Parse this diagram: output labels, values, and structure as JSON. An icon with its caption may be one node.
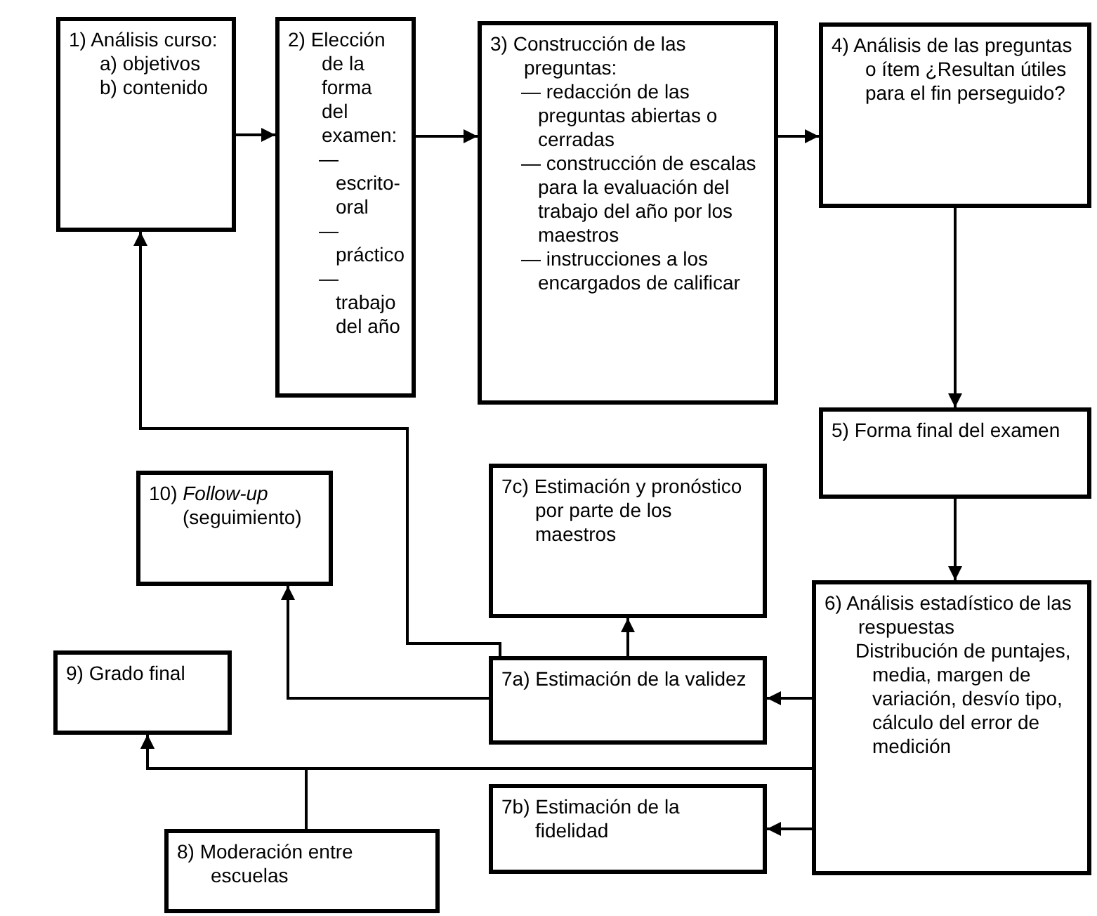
{
  "diagram": {
    "nodes": [
      {
        "text": [
          "1) Análisis curso:",
          "a) objetivos",
          "b) contenido"
        ]
      },
      {
        "text": [
          "2) Elección de la forma del examen:",
          "— escrito-oral",
          "— práctico",
          "— trabajo del año"
        ]
      },
      {
        "text": [
          "3) Construcción de las preguntas:",
          "— redacción de las preguntas abiertas o cerradas",
          "— construcción de escalas para la evaluación del trabajo del año por los maestros",
          "— instrucciones a los encargados de calificar"
        ]
      },
      {
        "text": [
          "4) Análisis de las preguntas o ítem ¿Resultan útiles para el fin perseguido?"
        ]
      },
      {
        "text": [
          "5) Forma final del examen"
        ]
      },
      {
        "text": [
          "10) *Follow-up* (seguimiento)"
        ]
      },
      {
        "text": [
          "7c) Estimación y pronóstico por parte de los maestros"
        ]
      },
      {
        "text": [
          "6) Análisis estadístico de las respuestas",
          "Distribución de puntajes, media, margen de variación, desvío tipo, cálculo del error de medición"
        ]
      },
      {
        "text": [
          "9) Grado final"
        ]
      },
      {
        "text": [
          "7a) Estimación de la validez"
        ]
      },
      {
        "text": [
          "7b) Estimación de la fidelidad"
        ]
      },
      {
        "text": [
          "8) Moderación entre escuelas"
        ]
      }
    ],
    "edges": [
      {
        "from": 0,
        "to": 1,
        "arrow": "to"
      },
      {
        "from": 1,
        "to": 2,
        "arrow": "to"
      },
      {
        "from": 2,
        "to": 3,
        "arrow": "to"
      },
      {
        "from": 3,
        "to": 4,
        "arrow": "to"
      },
      {
        "from": 4,
        "to": 7,
        "arrow": "to"
      },
      {
        "from": 7,
        "to": 9,
        "arrow": "to"
      },
      {
        "from": 7,
        "to": 10,
        "arrow": "to"
      },
      {
        "from": 9,
        "to": 6,
        "arrow": "to"
      },
      {
        "from": 9,
        "to": 5,
        "arrow": "to"
      },
      {
        "from": 9,
        "to": 0,
        "arrow": "to"
      },
      {
        "from": 7,
        "to": 8,
        "arrow": "to"
      },
      {
        "from": 11,
        "to": 8,
        "arrow": "to"
      }
    ]
  }
}
